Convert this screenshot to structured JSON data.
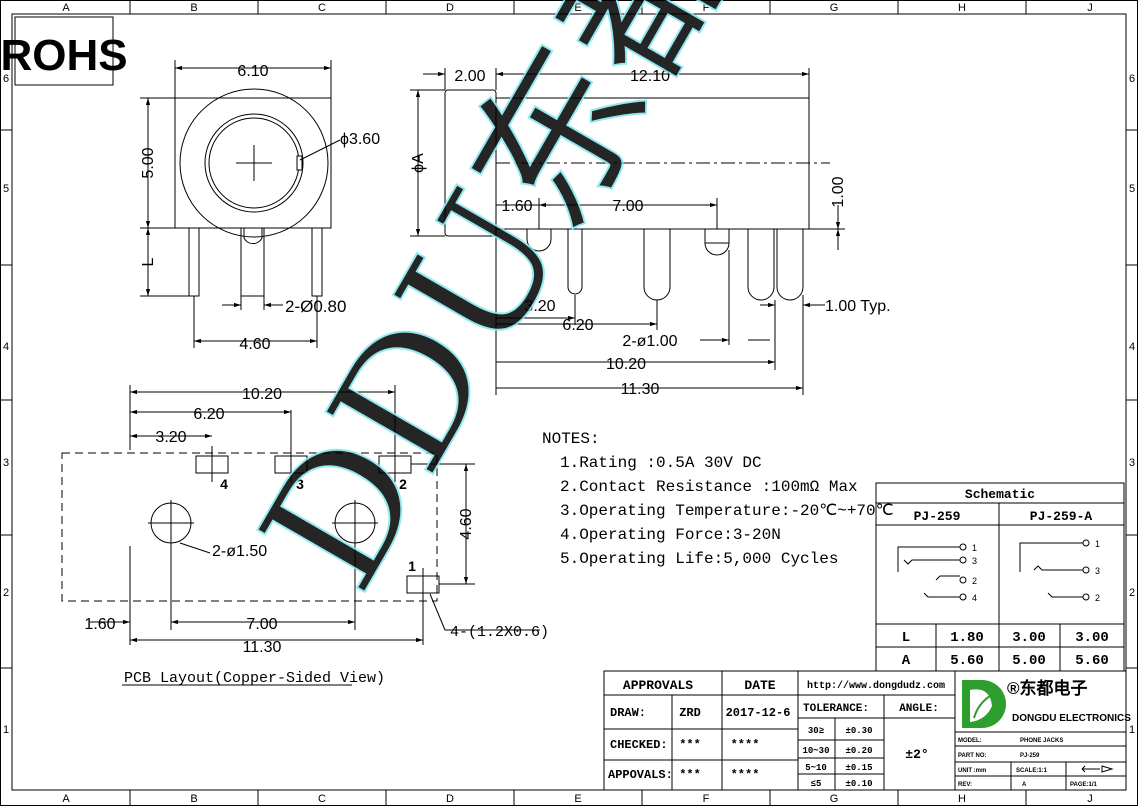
{
  "frame": {
    "col_labels": [
      "A",
      "B",
      "C",
      "D",
      "E",
      "F",
      "G",
      "H",
      "J"
    ],
    "row_labels": [
      "6",
      "5",
      "4",
      "3",
      "2",
      "1"
    ]
  },
  "rohs_label": "ROHS",
  "watermark": "DDU东都",
  "front_view": {
    "dim_width": "6.10",
    "dim_height": "5.00",
    "dim_hole": "ϕ3.60",
    "dim_l": "L",
    "dim_pins": "2-Ø0.80",
    "dim_pin_spacing": "4.60"
  },
  "side_view": {
    "dim_front": "2.00",
    "dim_body": "12.10",
    "dim_diameter": "ϕA",
    "dim_first": "1.60",
    "dim_span": "7.00",
    "dim_offset": "1.00",
    "dim_pin_dia": "1.00 Typ.",
    "dim_a": "3.20",
    "dim_b": "6.20",
    "dim_c": "2-ø1.00",
    "dim_d": "10.20",
    "dim_e": "11.30"
  },
  "pcb": {
    "dim_10_20": "10.20",
    "dim_6_20": "6.20",
    "dim_3_20": "3.20",
    "dim_4_60": "4.60",
    "dim_holes": "2-ø1.50",
    "dim_1_60": "1.60",
    "dim_7_00": "7.00",
    "dim_11_30": "11.30",
    "dim_pads": "4-(1.2X0.6)",
    "pad_labels": [
      "4",
      "3",
      "2",
      "1"
    ],
    "title": "PCB Layout(Copper-Sided View)"
  },
  "notes": {
    "heading": "NOTES:",
    "items": [
      "1.Rating :0.5A 30V DC",
      "2.Contact Resistance :100mΩ Max",
      "3.Operating Temperature:-20℃~+70℃",
      "4.Operating Force:3-20N",
      "5.Operating Life:5,000 Cycles"
    ]
  },
  "schematic": {
    "title": "Schematic",
    "col1": "PJ-259",
    "col2": "PJ-259-A",
    "pins_left": [
      "1",
      "3",
      "2",
      "4"
    ],
    "pins_right": [
      "1",
      "3",
      "2"
    ],
    "rows": [
      {
        "label": "L",
        "values": [
          "1.80",
          "3.00",
          "3.00"
        ]
      },
      {
        "label": "A",
        "values": [
          "5.60",
          "5.00",
          "5.60"
        ]
      }
    ]
  },
  "title_block": {
    "approvals": "APPROVALS",
    "date": "DATE",
    "draw_label": "DRAW:",
    "draw_name": "ZRD",
    "draw_date": "2017-12-6",
    "checked_label": "CHECKED:",
    "checked_name": "***",
    "checked_date": "****",
    "appovals_label": "APPOVALS:",
    "appovals_name": "***",
    "appovals_date": "****",
    "website": "http://www.dongdudz.com",
    "tolerance": "TOLERANCE:",
    "angle": "ANGLE:",
    "angle_value": "±2°",
    "tol_rows": [
      {
        "range": "30≥",
        "value": "±0.30"
      },
      {
        "range": "10~30",
        "value": "±0.20"
      },
      {
        "range": "5~10",
        "value": "±0.15"
      },
      {
        "range": "≤5",
        "value": "±0.10"
      }
    ],
    "company_cn": "®东都电子",
    "company_en": "DONGDU ELECTRONICS",
    "model_label": "MODEL:",
    "model": "PHONE JACKS",
    "part_label": "PART NO:",
    "part": "PJ-259",
    "unit_label": "UNIT :mm",
    "scale": "SCALE:1:1",
    "rev_label": "REV:",
    "rev": "A",
    "page": "PAGE:1/1"
  },
  "colors": {
    "watermark": "#7fe7ef",
    "logo_green": "#2e9e2e"
  }
}
